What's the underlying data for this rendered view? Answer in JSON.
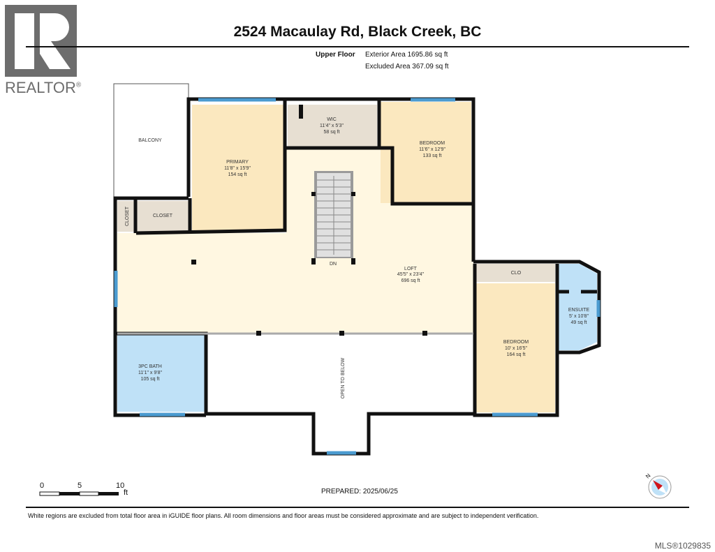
{
  "logo": {
    "brand": "REALTOR",
    "mark": "®",
    "bg_color": "#6d6d6d"
  },
  "header": {
    "title": "2524 Macaulay Rd, Black Creek, BC",
    "floor_name": "Upper Floor",
    "exterior_area": "Exterior Area 1695.86 sq ft",
    "excluded_area": "Excluded Area 367.09 sq ft"
  },
  "rooms": {
    "balcony": {
      "name": "BALCONY"
    },
    "primary": {
      "name": "PRIMARY",
      "dims": "11'8\" x 15'9\"",
      "area": "154 sq ft"
    },
    "wic": {
      "name": "WIC",
      "dims": "11'4\" x 5'3\"",
      "area": "58 sq ft"
    },
    "bedroom_ne": {
      "name": "BEDROOM",
      "dims": "11'6\" x 12'9\"",
      "area": "133 sq ft"
    },
    "closet_v": {
      "name": "CLOSET"
    },
    "closet_h": {
      "name": "CLOSET"
    },
    "stairs": {
      "name": "DN"
    },
    "loft": {
      "name": "LOFT",
      "dims": "45'5\" x 23'4\"",
      "area": "696 sq ft"
    },
    "clo": {
      "name": "CLO"
    },
    "ensuite": {
      "name": "ENSUITE",
      "dims": "5' x 10'8\"",
      "area": "49 sq ft"
    },
    "bedroom_se": {
      "name": "BEDROOM",
      "dims": "10' x 16'5\"",
      "area": "164 sq ft"
    },
    "bath": {
      "name": "3PC BATH",
      "dims": "11'1\" x 9'8\"",
      "area": "105 sq ft"
    },
    "open_below": {
      "name": "OPEN TO BELOW"
    }
  },
  "colors": {
    "wall": "#111111",
    "bedroom_fill": "#fbe8bf",
    "loft_fill": "#fff7e1",
    "closet_fill": "#e7dfd2",
    "bath_fill": "#bfe1f7",
    "window": "#4b9bd0"
  },
  "scale_bar": {
    "ticks": [
      "0",
      "5",
      "10"
    ],
    "unit": "ft"
  },
  "footer": {
    "prepared": "PREPARED: 2025/06/25",
    "disclaimer": "White regions are excluded from total floor area in iGUIDE floor plans. All room dimensions and floor areas must be considered approximate and are subject to independent verification.",
    "mls": "MLS®1029835"
  },
  "compass": {
    "label": "N"
  }
}
